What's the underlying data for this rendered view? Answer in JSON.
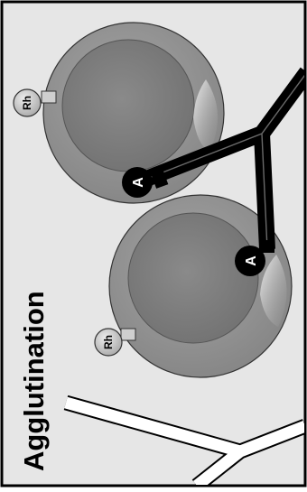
{
  "title": "Agglutination",
  "cells": [
    {
      "antigen_label": "Rh"
    },
    {
      "antigen_label": "Rh"
    }
  ],
  "antibody_labels": [
    "A",
    "A"
  ],
  "colors": {
    "background": "#e6e6e6",
    "border": "#000000",
    "cell_outer": "#8e8e8e",
    "cell_inner": "#7a7a7a",
    "antibody_bound": "#000000",
    "antibody_free": "#ffffff",
    "antigen_tag": "#bdbdbd"
  },
  "icons": {
    "cell": "red-blood-cell-icon",
    "antigen": "rh-antigen-icon",
    "antibody": "antibody-y-icon"
  }
}
